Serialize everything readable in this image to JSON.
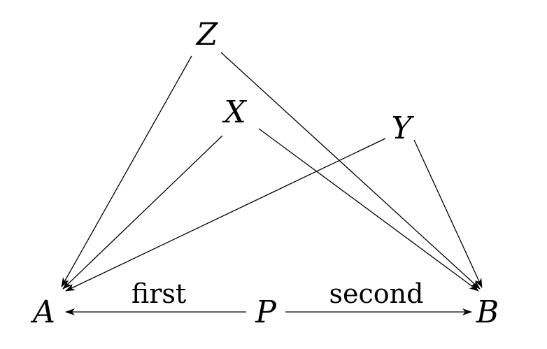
{
  "diagram": {
    "nodes": {
      "Z": "Z",
      "X": "X",
      "Y": "Y",
      "A": "A",
      "P": "P",
      "B": "B"
    },
    "edge_labels": {
      "first": "first",
      "second": "second"
    },
    "edges": [
      {
        "from": "Z",
        "to": "A"
      },
      {
        "from": "Z",
        "to": "B"
      },
      {
        "from": "X",
        "to": "A"
      },
      {
        "from": "X",
        "to": "B"
      },
      {
        "from": "Y",
        "to": "A"
      },
      {
        "from": "Y",
        "to": "B"
      },
      {
        "from": "P",
        "to": "A",
        "label": "first"
      },
      {
        "from": "P",
        "to": "B",
        "label": "second"
      }
    ]
  }
}
